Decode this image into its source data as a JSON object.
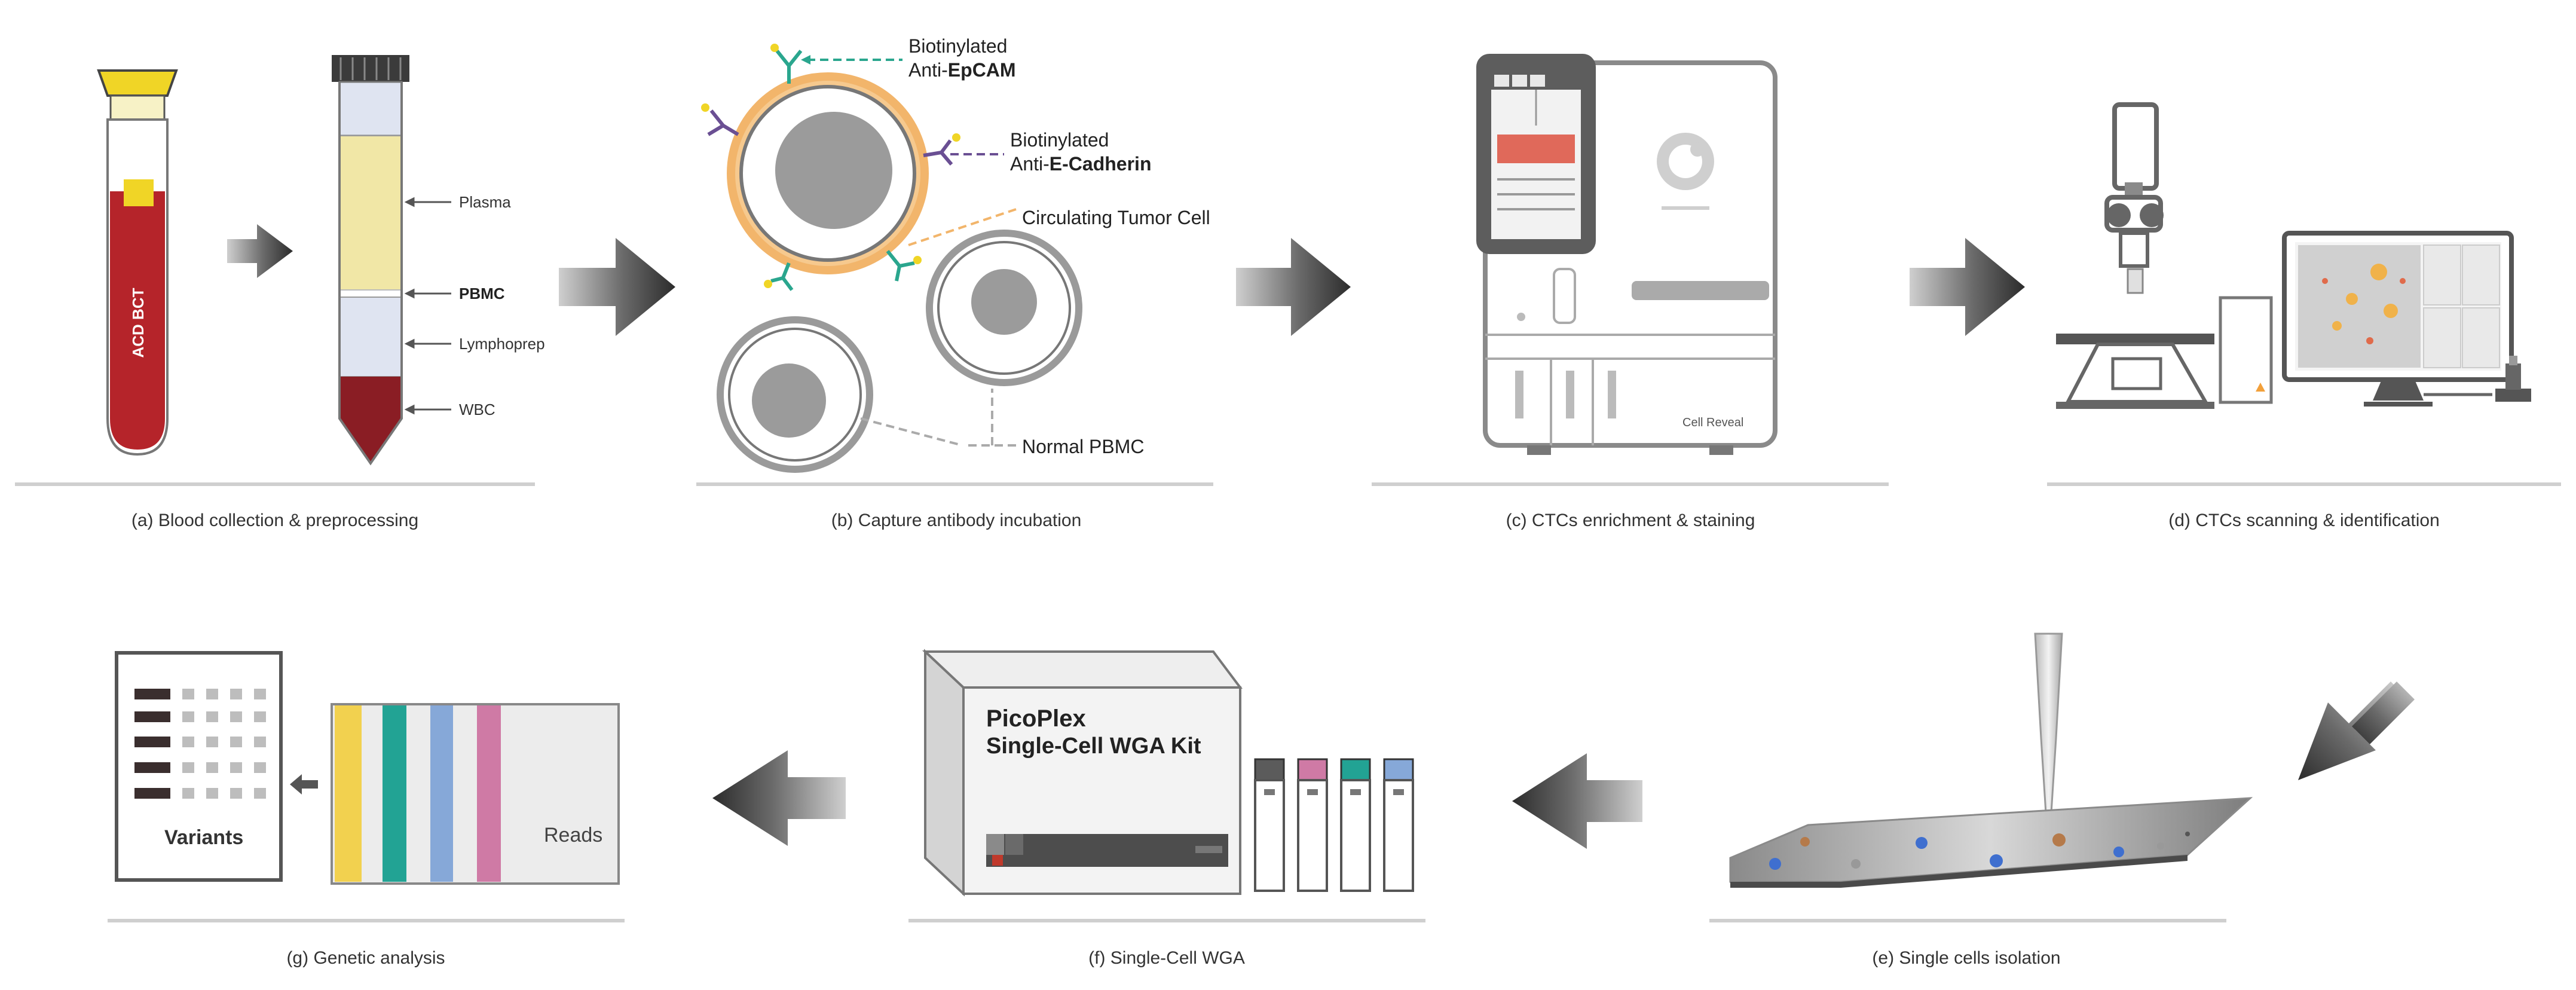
{
  "panels": {
    "a": {
      "caption": "(a) Blood collection & preprocessing",
      "tube_label": "ACD BCT",
      "layers": {
        "plasma": "Plasma",
        "pbmc": "PBMC",
        "lymphoprep": "Lymphoprep",
        "wbc": "WBC"
      }
    },
    "b": {
      "caption": "(b) Capture antibody incubation",
      "epcam_line1": "Biotinylated",
      "epcam_prefix": "Anti-",
      "epcam_bold": "EpCAM",
      "ecad_line1": "Biotinylated",
      "ecad_prefix": "Anti-",
      "ecad_bold": "E-Cadherin",
      "ctc": "Circulating Tumor Cell",
      "pbmc": "Normal PBMC"
    },
    "c": {
      "caption": "(c) CTCs enrichment & staining",
      "instrument": "Cell Reveal"
    },
    "d": {
      "caption": "(d) CTCs scanning & identification"
    },
    "e": {
      "caption": "(e) Single cells isolation"
    },
    "f": {
      "caption": "(f) Single-Cell WGA",
      "kit_line1": "PicoPlex",
      "kit_line2": "Single-Cell WGA Kit"
    },
    "g": {
      "caption": "(g) Genetic analysis",
      "variants": "Variants",
      "reads": "Reads"
    }
  },
  "colors": {
    "blood": "#b5242a",
    "plasma": "#f1e7a6",
    "arrow_dark": "#3a3a3a",
    "ctc_ring": "#f2b56b",
    "epcam_label": "#2aa68e",
    "ecad_label": "#6a4f93",
    "screen_red": "#e0695a",
    "read_yellow": "#f2d14f",
    "read_teal": "#22a394",
    "read_blue": "#86a8d8",
    "read_pink": "#cf7aa5"
  }
}
